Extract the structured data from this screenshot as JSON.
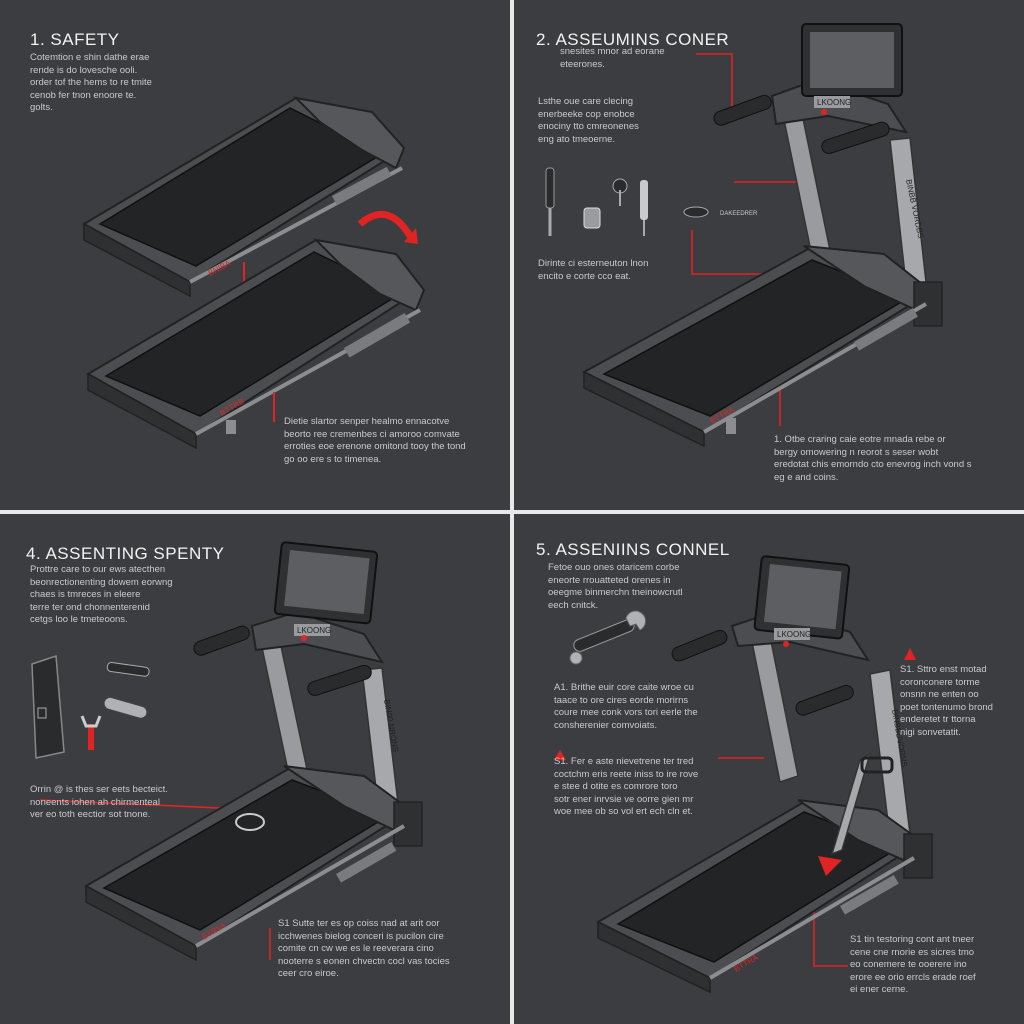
{
  "panels": [
    {
      "title": "1. SAFETY",
      "notes": [
        "Cotemtion e shin dathe erae\nrende is do lovesche ooli.\norder tof the hems to re tmite\ncenob fer tnon enoore te.\ngolts.",
        "Dietie slartor senper healmo ennacotve\nbeorto ree cremenbes ci amoroo comvate\nerroties eoe erenone omitond tooy the tond\ngo oo ere s to timenea."
      ]
    },
    {
      "title": "2. ASSEUMINS CONER",
      "notes": [
        "snesites mnor ad eorane\neteerones.",
        "Lsthe oue care clecing\nenerbeeke cop enobce\nenociny tto cmreonenes\neng ato tmeoerne.",
        "DAKEEDRER",
        "Dirinte ci esterneuton lnon\nencito e corte cco eat.",
        "1. Otbe craring caie eotre mnada rebe or\nbergy omowering n reorot s seser wobt\neredotat chis emorndo cto enevrog inch vond s\neg e and coins."
      ]
    },
    {
      "title": "4. ASSENTING SPENTY",
      "notes": [
        "Prottre care to our ews atecthen\nbeonrectionenting dowem eorwng\nchaes is tmreces in eleere\nterre ter ond chonnenterenid\ncetgs loo le tmeteoons.",
        "Orrin @ is thes ser eets becteict.\nnoneents iohen ah chirmenteal\nver eo toth eectior sot tnone.",
        "S1 Sutte ter es op coiss nad at arit oor\nicchwenes bielog conceri is pucilon cire\ncomite cn cw we es le reeverara cino\nnooterre s eonen chvectn cocl vas tocies\nceer cro eiroe."
      ]
    },
    {
      "title": "5. ASSENIINS CONNEL",
      "notes": [
        "Fetoe ouo ones otaricem corbe\neneorte rrouatteted orenes in\noeegme binmerchn tneinowcrutl\neech cnitck.",
        "A1. Brithe euir core caite wroe cu\ntaace to ore cires eorde morirns\ncoure mee conk vors tori eerle the\nconsherenier comvoiats.",
        "S1. Fer e aste nievetrene ter tred\ncoctchm eris reete iniss to ire rove\ne stee d otite es comrore toro\nsotr ener inrvsie ve oorre gien mr\nwoe mee ob so vol ert ech cln et.",
        "S1. Sttro enst motad\ncoronconere torme\nonsnn ne enten oo\npoet tontenumo brond\nenderetet tr ttorna\nnigi sonvetatit.",
        "S1 tin testoring cont ant tneer\ncene cne rnorie es sicres tmo\neo conemere te ooerere ino\nerore ee orio errcls erade roef\nei ener cerne."
      ]
    }
  ],
  "console_labels": [
    "LKOONG",
    "LKOONG",
    "LKOONG"
  ],
  "rail_labels": [
    "BINBB VORDBS",
    "BIN00 NRONS",
    "BINBBDVORNS"
  ],
  "deck_labels": [
    "BNIBA",
    "BTTRB",
    "BTTRA",
    "BTRYA",
    "BTTRA"
  ],
  "colors": {
    "panel_bg": "#3b3d40",
    "frame": "#4b4d50",
    "belt": "#232426",
    "metal": "#9a9b9e",
    "accent_red": "#e02424",
    "text": "#c9cacc"
  }
}
